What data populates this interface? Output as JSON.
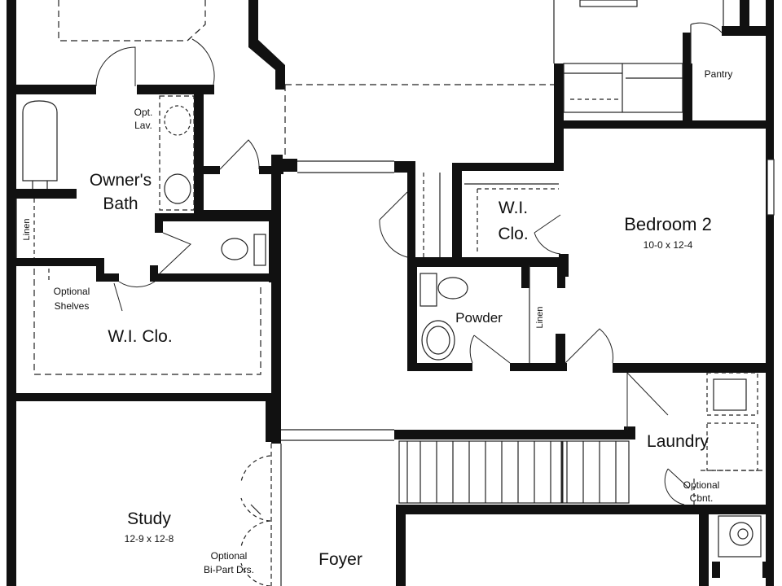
{
  "rooms": {
    "owners_bath": {
      "line1": "Owner's",
      "line2": "Bath"
    },
    "opt_lav": {
      "line1": "Opt.",
      "line2": "Lav."
    },
    "linen_left": "Linen",
    "optional_shelves": {
      "line1": "Optional",
      "line2": "Shelves"
    },
    "wi_clo_owner": "W.I. Clo.",
    "wi_clo_bed2": {
      "line1": "W.I.",
      "line2": "Clo."
    },
    "bedroom2": {
      "name": "Bedroom 2",
      "dims": "10-0 x 12-4"
    },
    "powder": "Powder",
    "linen_powder": "Linen",
    "pantry": "Pantry",
    "laundry": "Laundry",
    "optional_cbnt": {
      "line1": "Optional",
      "line2": "Cbnt."
    },
    "study": {
      "name": "Study",
      "dims": "12-9 x 12-8"
    },
    "optional_bipart": {
      "line1": "Optional",
      "line2": "Bi-Part Drs."
    },
    "foyer": "Foyer"
  },
  "colors": {
    "wall": "#111111",
    "line": "#222222",
    "background": "#ffffff"
  }
}
